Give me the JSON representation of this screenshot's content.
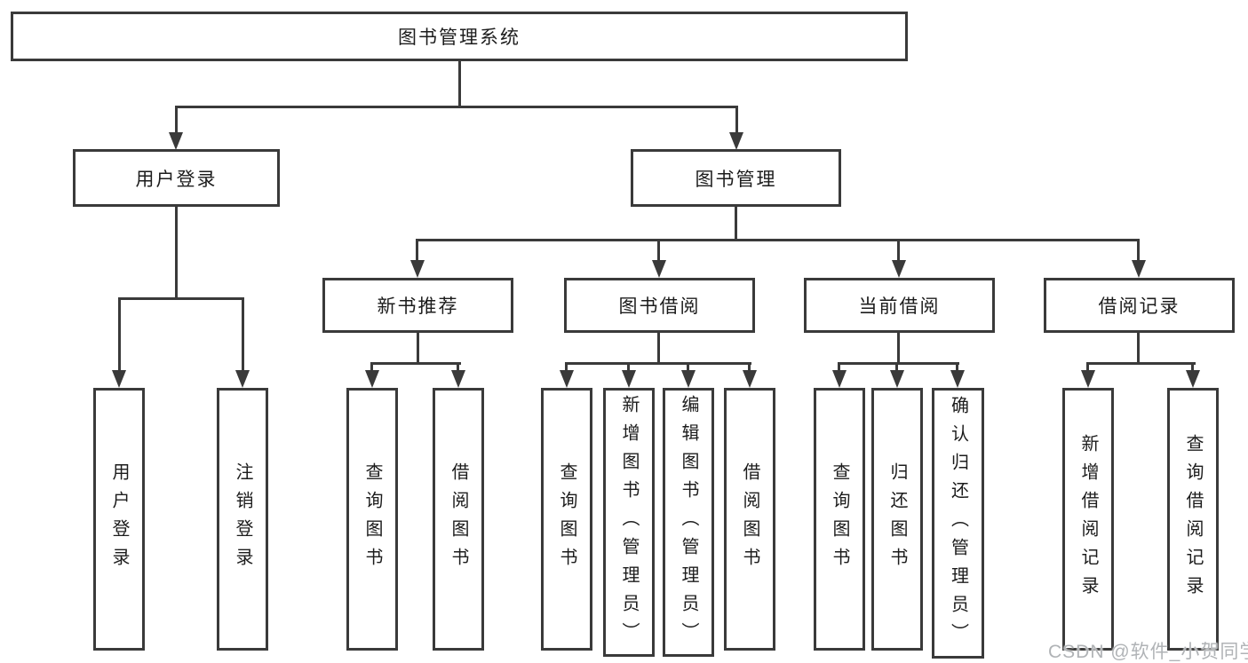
{
  "nodes": {
    "root": "图书管理系统",
    "user_login": "用户登录",
    "book_mgmt": "图书管理",
    "new_book_rec": "新书推荐",
    "book_borrow": "图书借阅",
    "current_borrow": "当前借阅",
    "borrow_records": "借阅记录",
    "leaf_user_login": "用户登录",
    "leaf_logout": "注销登录",
    "leaf_nb_query": "查询图书",
    "leaf_nb_borrow": "借阅图书",
    "leaf_bb_query": "查询图书",
    "leaf_bb_add": "新增图书（管理员）",
    "leaf_bb_edit": "编辑图书（管理员）",
    "leaf_bb_borrow": "借阅图书",
    "leaf_cb_query": "查询图书",
    "leaf_cb_return": "归还图书",
    "leaf_cb_confirm": "确认归还（管理员）",
    "leaf_br_add": "新增借阅记录",
    "leaf_br_query": "查询借阅记录"
  },
  "hierarchy": {
    "图书管理系统": {
      "用户登录": [
        "用户登录",
        "注销登录"
      ],
      "图书管理": {
        "新书推荐": [
          "查询图书",
          "借阅图书"
        ],
        "图书借阅": [
          "查询图书",
          "新增图书（管理员）",
          "编辑图书（管理员）",
          "借阅图书"
        ],
        "当前借阅": [
          "查询图书",
          "归还图书",
          "确认归还（管理员）"
        ],
        "借阅记录": [
          "新增借阅记录",
          "查询借阅记录"
        ]
      }
    }
  },
  "watermark": "CSDN @软件_小贺同学",
  "colors": {
    "line": "#3a3a3a",
    "text": "#1c1c1c",
    "watermark": "#b0b3b6",
    "background": "#ffffff"
  }
}
